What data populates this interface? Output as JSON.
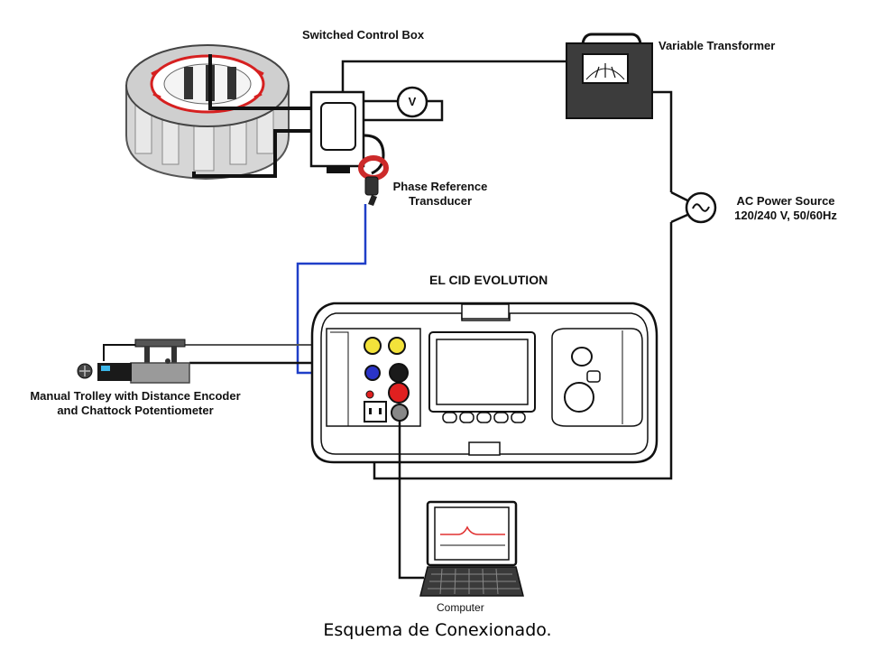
{
  "labels": {
    "control_box": "Switched Control Box",
    "variable_transformer": "Variable Transformer",
    "phase_ref_line1": "Phase Reference",
    "phase_ref_line2": "Transducer",
    "ac_source_line1": "AC Power Source",
    "ac_source_line2": "120/240 V, 50/60Hz",
    "el_cid": "EL CID EVOLUTION",
    "trolley_line1": "Manual Trolley with Distance Encoder",
    "trolley_line2": "and Chattock Potentiometer",
    "computer": "Computer",
    "voltmeter_symbol": "V"
  },
  "caption": "Esquema de Conexionado.",
  "colors": {
    "line": "#111111",
    "blue_wire": "#1f3fc8",
    "transformer_body": "#3c3c3c",
    "stator_gray": "#c8c8c8",
    "coil_red": "#d62020",
    "probe_red": "#cc2a2a",
    "knob_yellow": "#f3e23a",
    "knob_blue": "#2a34c8",
    "knob_red": "#e02020",
    "plot_red": "#e03030"
  }
}
